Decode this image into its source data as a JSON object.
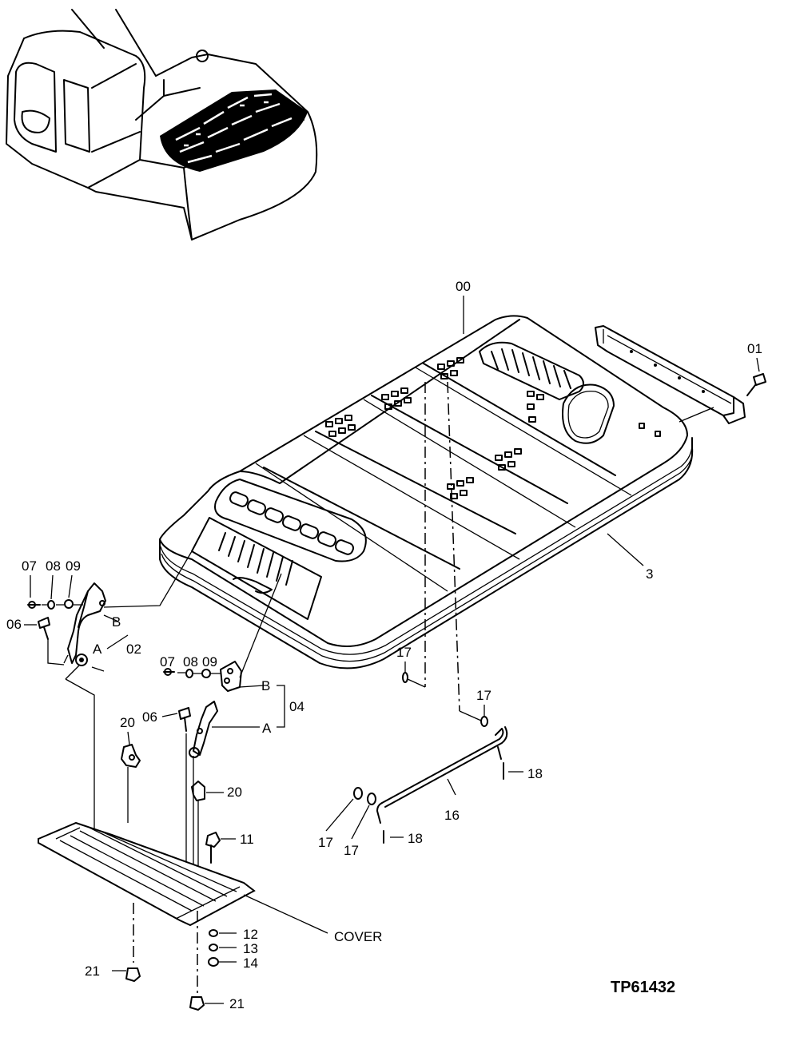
{
  "drawing": {
    "code": "TP61432",
    "labels": {
      "p00": "00",
      "p01": "01",
      "p3": "3",
      "p07a": "07",
      "p08a": "08",
      "p09a": "09",
      "p06a": "06",
      "pBa": "B",
      "pAa": "A",
      "p02": "02",
      "p07b": "07",
      "p08b": "08",
      "p09b": "09",
      "pBb": "B",
      "p04": "04",
      "p06b": "06",
      "pAb": "A",
      "p20a": "20",
      "p20b": "20",
      "p11": "11",
      "p17a": "17",
      "p17b": "17",
      "p17c": "17",
      "p17d": "17",
      "p18a": "18",
      "p18b": "18",
      "p16": "16",
      "cover": "COVER",
      "p12": "12",
      "p13": "13",
      "p14": "14",
      "p21a": "21",
      "p21b": "21"
    }
  }
}
